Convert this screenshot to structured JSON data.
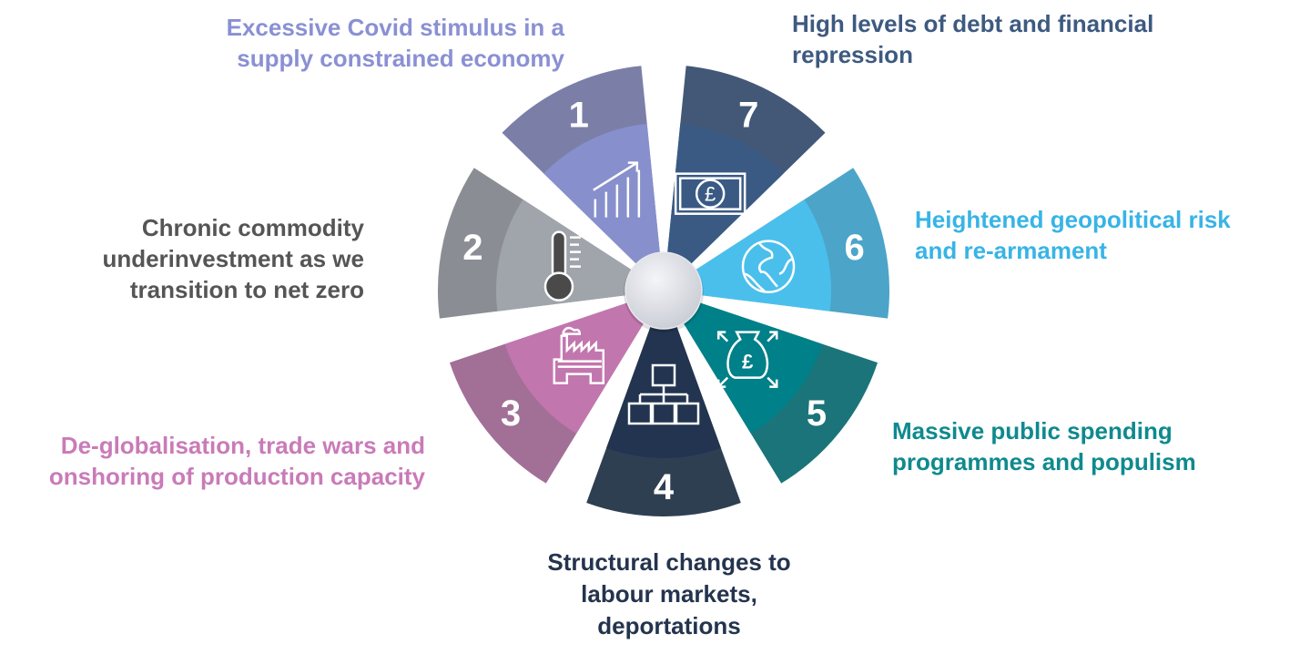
{
  "segments": [
    {
      "number": "1",
      "icon": "growth-chart-icon",
      "lines": [
        "Excessive Covid stimulus in a",
        "supply constrained economy"
      ],
      "outer": "#7b7fa8",
      "inner": "#8790cc",
      "text": "#8a90d4"
    },
    {
      "number": "2",
      "icon": "thermometer-icon",
      "lines": [
        "Chronic commodity",
        "underinvestment as we",
        "transition to net zero"
      ],
      "outer": "#8a8d94",
      "inner": "#a0a4ab",
      "text": "#555555"
    },
    {
      "number": "3",
      "icon": "factory-icon",
      "lines": [
        "De-globalisation, trade wars and",
        "onshoring of production capacity"
      ],
      "outer": "#a26f97",
      "inner": "#c276ae",
      "text": "#c97bb8"
    },
    {
      "number": "4",
      "icon": "org-chart-icon",
      "lines": [
        "Structural changes to",
        "labour markets,",
        "deportations"
      ],
      "outer": "#2f3f52",
      "inner": "#22344f",
      "text": "#24344e"
    },
    {
      "number": "5",
      "icon": "money-bag-icon",
      "lines": [
        "Massive public spending",
        "programmes and populism"
      ],
      "outer": "#1b7479",
      "inner": "#008088",
      "text": "#0e8a8e"
    },
    {
      "number": "6",
      "icon": "globe-icon",
      "lines": [
        "Heightened geopolitical risk",
        "and re-armament"
      ],
      "outer": "#4ca4c9",
      "inner": "#4bbfec",
      "text": "#38b4e6"
    },
    {
      "number": "7",
      "icon": "banknote-icon",
      "lines": [
        "High levels of debt and financial",
        "repression"
      ],
      "outer": "#435877",
      "inner": "#3a5a84",
      "text": "#3d5a80"
    }
  ]
}
